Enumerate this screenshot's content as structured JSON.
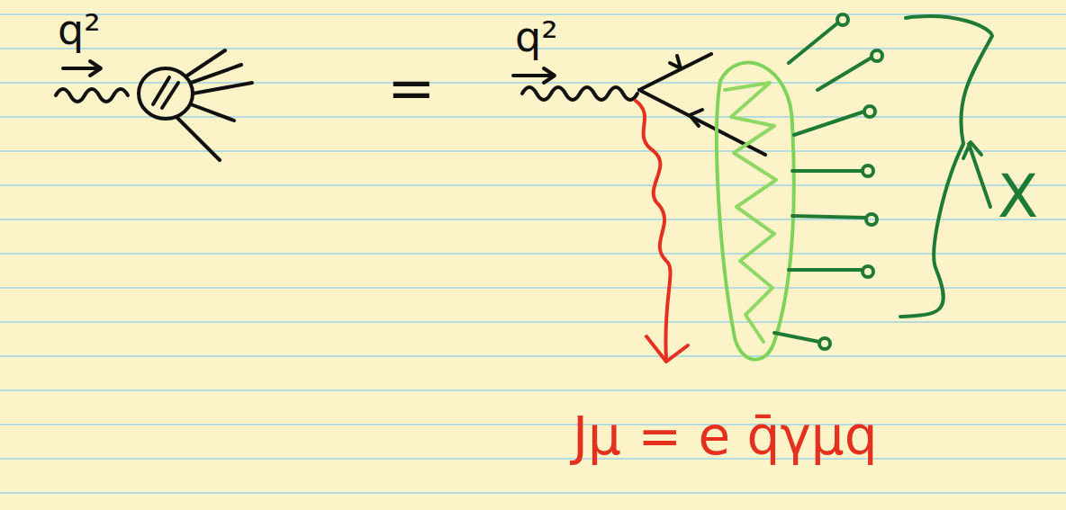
{
  "diagram": {
    "labels": [
      "q²",
      "=",
      "q²",
      "X",
      "Jμ = e q̄γμq"
    ]
  }
}
